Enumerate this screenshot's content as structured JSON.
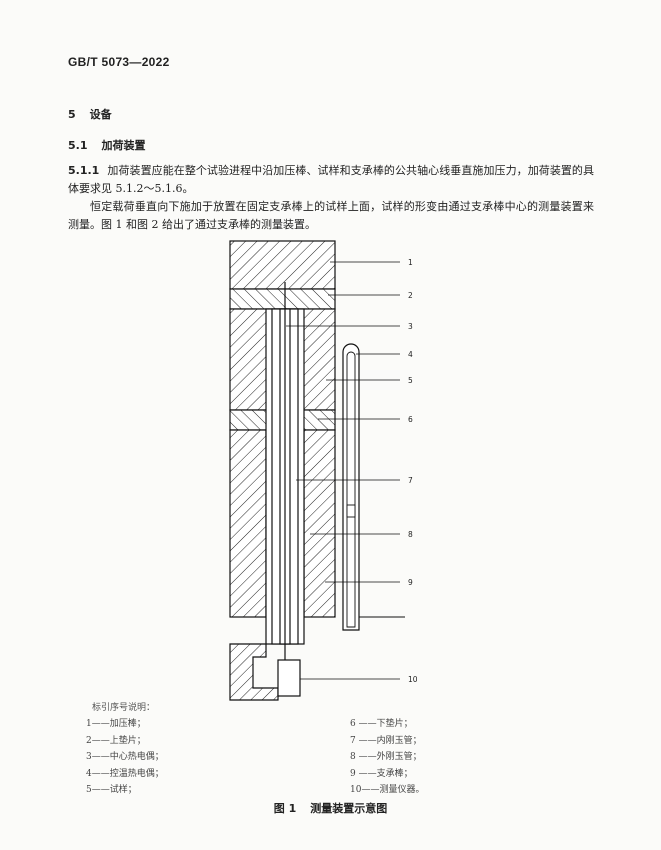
{
  "header": {
    "standard_no": "GB/T 5073—2022"
  },
  "section": {
    "num": "5",
    "title": "设备"
  },
  "subsection": {
    "num": "5.1",
    "title": "加荷装置"
  },
  "clause": {
    "num": "5.1.1",
    "text": "加荷装置应能在整个试验进程中沿加压棒、试样和支承棒的公共轴心线垂直施加压力，加荷装置的具体要求见 5.1.2～5.1.6。",
    "para2": "恒定载荷垂直向下施加于放置在固定支承棒上的试样上面，试样的形变由通过支承棒中心的测量装置来测量。图 1 和图 2 给出了通过支承棒的测量装置。"
  },
  "figure": {
    "labels": [
      "1",
      "2",
      "3",
      "4",
      "5",
      "6",
      "7",
      "8",
      "9",
      "10"
    ],
    "legend_title": "标引序号说明：",
    "legend_left": [
      "1——加压棒；",
      "2——上垫片；",
      "3——中心热电偶；",
      "4——控温热电偶；",
      "5——试样；"
    ],
    "legend_right": [
      "6 ——下垫片；",
      "7 ——内刚玉管；",
      "8 ——外刚玉管；",
      "9 ——支承棒；",
      "10——测量仪器。"
    ],
    "caption_num": "图 1",
    "caption_title": "测量装置示意图"
  }
}
